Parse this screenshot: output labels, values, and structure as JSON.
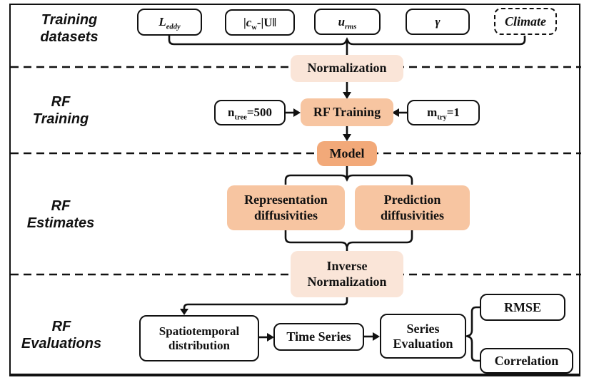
{
  "palette": {
    "light_peach": "#FAE5D8",
    "medium_peach": "#F7C5A1",
    "dark_peach": "#F2A979",
    "line_color": "#111111",
    "background": "#FFFFFF"
  },
  "sections": {
    "training_datasets": {
      "line1": "Training",
      "line2": "datasets"
    },
    "rf_training": {
      "line1": "RF",
      "line2": "Training"
    },
    "rf_estimates": {
      "line1": "RF",
      "line2": "Estimates"
    },
    "rf_evaluations": {
      "line1": "RF",
      "line2": "Evaluations"
    }
  },
  "inputs": {
    "l_eddy": {
      "base": "L",
      "sub": "eddy"
    },
    "cw_minus_u": {
      "p1": "|",
      "base": "c",
      "sub": "w",
      "p2": "-|",
      "vec": "U",
      "p3": "‖"
    },
    "u_rms": {
      "base": "u",
      "sub": "rms"
    },
    "gamma": {
      "label": "γ"
    },
    "climate": {
      "label": "Climate"
    }
  },
  "nodes": {
    "normalization": {
      "label": "Normalization"
    },
    "n_tree": {
      "base": "n",
      "sub": "tree",
      "eq": "=500"
    },
    "rf_training": {
      "label": "RF Training"
    },
    "m_try": {
      "base": "m",
      "sub": "try",
      "eq": "=1"
    },
    "model": {
      "label": "Model"
    },
    "representation_diffusivities": {
      "line1": "Representation",
      "line2": "diffusivities"
    },
    "prediction_diffusivities": {
      "line1": "Prediction",
      "line2": "diffusivities"
    },
    "inverse_normalization": {
      "line1": "Inverse",
      "line2": "Normalization"
    },
    "spatiotemporal_distribution": {
      "line1": "Spatiotemporal",
      "line2": "distribution"
    },
    "time_series": {
      "label": "Time Series"
    },
    "series_evaluation": {
      "line1": "Series",
      "line2": "Evaluation"
    },
    "rmse": {
      "label": "RMSE"
    },
    "correlation": {
      "label": "Correlation"
    }
  }
}
